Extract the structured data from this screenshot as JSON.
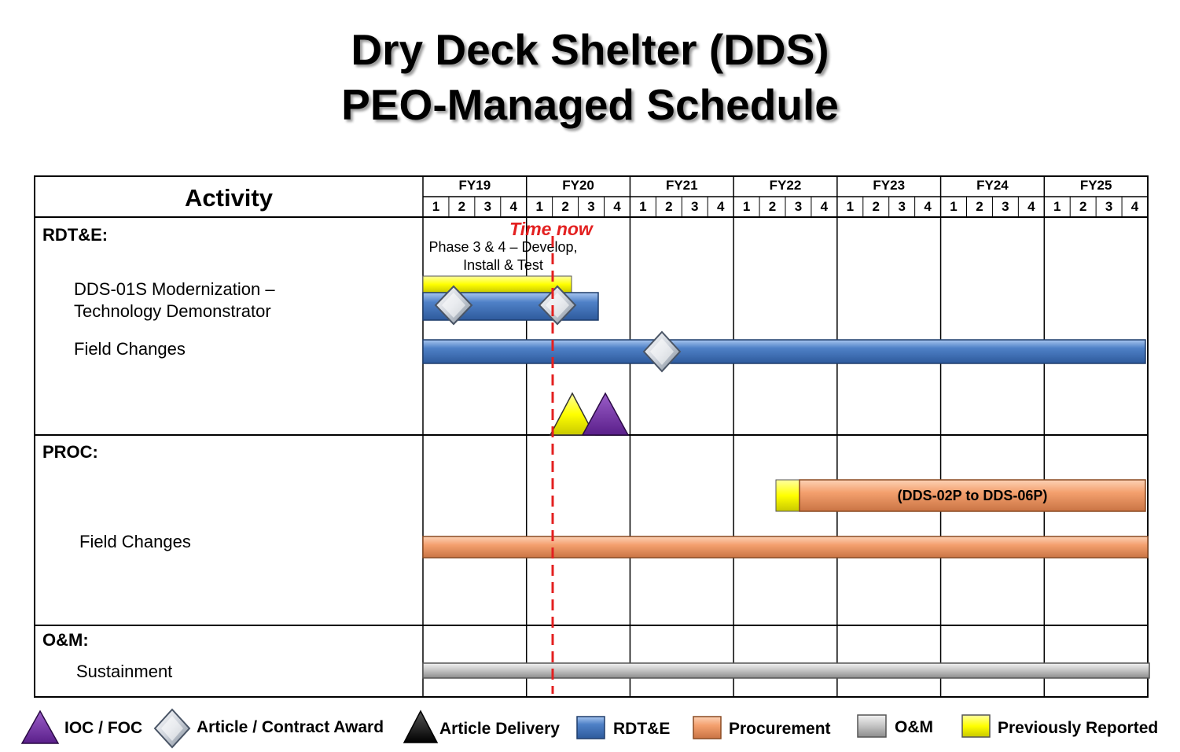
{
  "title": {
    "line1": "Dry Deck Shelter (DDS)",
    "line2": "PEO-Managed Schedule"
  },
  "table": {
    "activity_header": "Activity",
    "fiscal_years": [
      "FY19",
      "FY20",
      "FY21",
      "FY22",
      "FY23",
      "FY24",
      "FY25"
    ],
    "quarters": [
      "1",
      "2",
      "3",
      "4"
    ]
  },
  "sections": {
    "rdte": {
      "label": "RDT&E:",
      "item1_line1": "DDS-01S Modernization –",
      "item1_line2": "Technology Demonstrator",
      "item2": "Field Changes"
    },
    "proc": {
      "label": "PROC:",
      "item1": "Field Changes"
    },
    "om": {
      "label": "O&M:",
      "item1": "Sustainment"
    }
  },
  "annotations": {
    "time_now": "Time now",
    "phase_line1": "Phase 3 & 4 – Develop,",
    "phase_line2": "Install & Test",
    "proc_bar_label": "(DDS-02P to DDS-06P)"
  },
  "legend": {
    "ioc_foc": "IOC / FOC",
    "award": "Article / Contract Award",
    "delivery": "Article Delivery",
    "rdte": "RDT&E",
    "procurement": "Procurement",
    "om": "O&M",
    "previous": "Previously Reported"
  },
  "colors": {
    "rdte": "#4f81c7",
    "procurement": "#f4a06e",
    "om": "#c8c8c8",
    "previously_reported": "#ffff00",
    "ioc_foc": "#7030a0",
    "time_now": "#e32020"
  }
}
